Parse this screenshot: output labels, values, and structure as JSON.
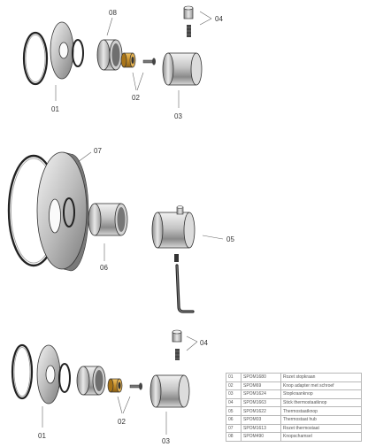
{
  "callouts": {
    "top_section": {
      "o08": "08",
      "o04": "04",
      "o01": "01",
      "o02": "02",
      "o03": "03"
    },
    "middle_section": {
      "o07": "07",
      "o06": "06",
      "o05": "05"
    },
    "bottom_section": {
      "o04": "04",
      "o01": "01",
      "o02": "02",
      "o03": "03"
    }
  },
  "parts_table": [
    {
      "pos": "01",
      "code": "SPOM1680",
      "description": "Rozet stopkraan"
    },
    {
      "pos": "02",
      "code": "SPOM69",
      "description": "Knop adapter met schroef"
    },
    {
      "pos": "03",
      "code": "SPOM1624",
      "description": "Stopkraanknop"
    },
    {
      "pos": "04",
      "code": "SPOM1663",
      "description": "Stick thermostaatknop"
    },
    {
      "pos": "05",
      "code": "SPOM1622",
      "description": "Thermostaatknop"
    },
    {
      "pos": "06",
      "code": "SPOM03",
      "description": "Thermostaat hub"
    },
    {
      "pos": "07",
      "code": "SPOM1613",
      "description": "Rozet thermostaat"
    },
    {
      "pos": "08",
      "code": "SPOM490",
      "description": "Knopschamsel"
    }
  ],
  "colors": {
    "outline": "#222222",
    "steel_light": "#e6e6e6",
    "steel_dark": "#8c8c8c",
    "brass": "#c8962a",
    "leader": "#666666"
  }
}
